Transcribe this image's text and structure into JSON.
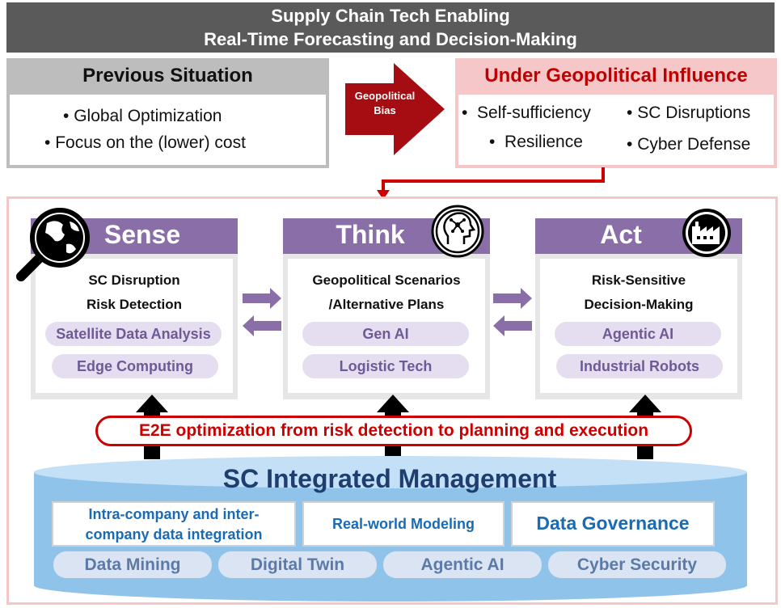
{
  "title": {
    "line1": "Supply Chain Tech Enabling",
    "line2": "Real-Time Forecasting and Decision-Making"
  },
  "previous": {
    "heading": "Previous Situation",
    "items": [
      "Global Optimization",
      "Focus on the (lower) cost"
    ]
  },
  "bias_arrow": {
    "line1": "Geopolitical",
    "line2": "Bias"
  },
  "geopolitical": {
    "heading": "Under Geopolitical Influence",
    "items": [
      "Self-sufficiency",
      "SC Disruptions",
      "Resilience",
      "Cyber Defense"
    ]
  },
  "panels": {
    "sense": {
      "header": "Sense",
      "title_line1": "SC Disruption",
      "title_line2": "Risk Detection",
      "pills": [
        "Satellite Data Analysis",
        "Edge Computing"
      ]
    },
    "think": {
      "header": "Think",
      "title_line1": "Geopolitical Scenarios",
      "title_line2": "/Alternative Plans",
      "pills": [
        "Gen AI",
        "Logistic Tech"
      ]
    },
    "act": {
      "header": "Act",
      "title_line1": "Risk-Sensitive",
      "title_line2": "Decision-Making",
      "pills": [
        "Agentic AI",
        "Industrial Robots"
      ]
    }
  },
  "e2e_banner": "E2E optimization from risk detection to planning and execution",
  "integrated": {
    "title": "SC Integrated Management",
    "cards": {
      "data_integration_line1": "Intra-company and inter-",
      "data_integration_line2": "company data integration",
      "modeling": "Real-world Modeling",
      "governance": "Data Governance"
    },
    "pills": [
      "Data Mining",
      "Digital Twin",
      "Agentic AI",
      "Cyber Security"
    ]
  },
  "colors": {
    "title_bar": "#5a5a5a",
    "accent_red": "#c00000",
    "panel_purple": "#8a6ea8",
    "pill_purple": "#e4def0",
    "cylinder_blue": "#8fc3ea",
    "navy": "#1d3e6e"
  }
}
